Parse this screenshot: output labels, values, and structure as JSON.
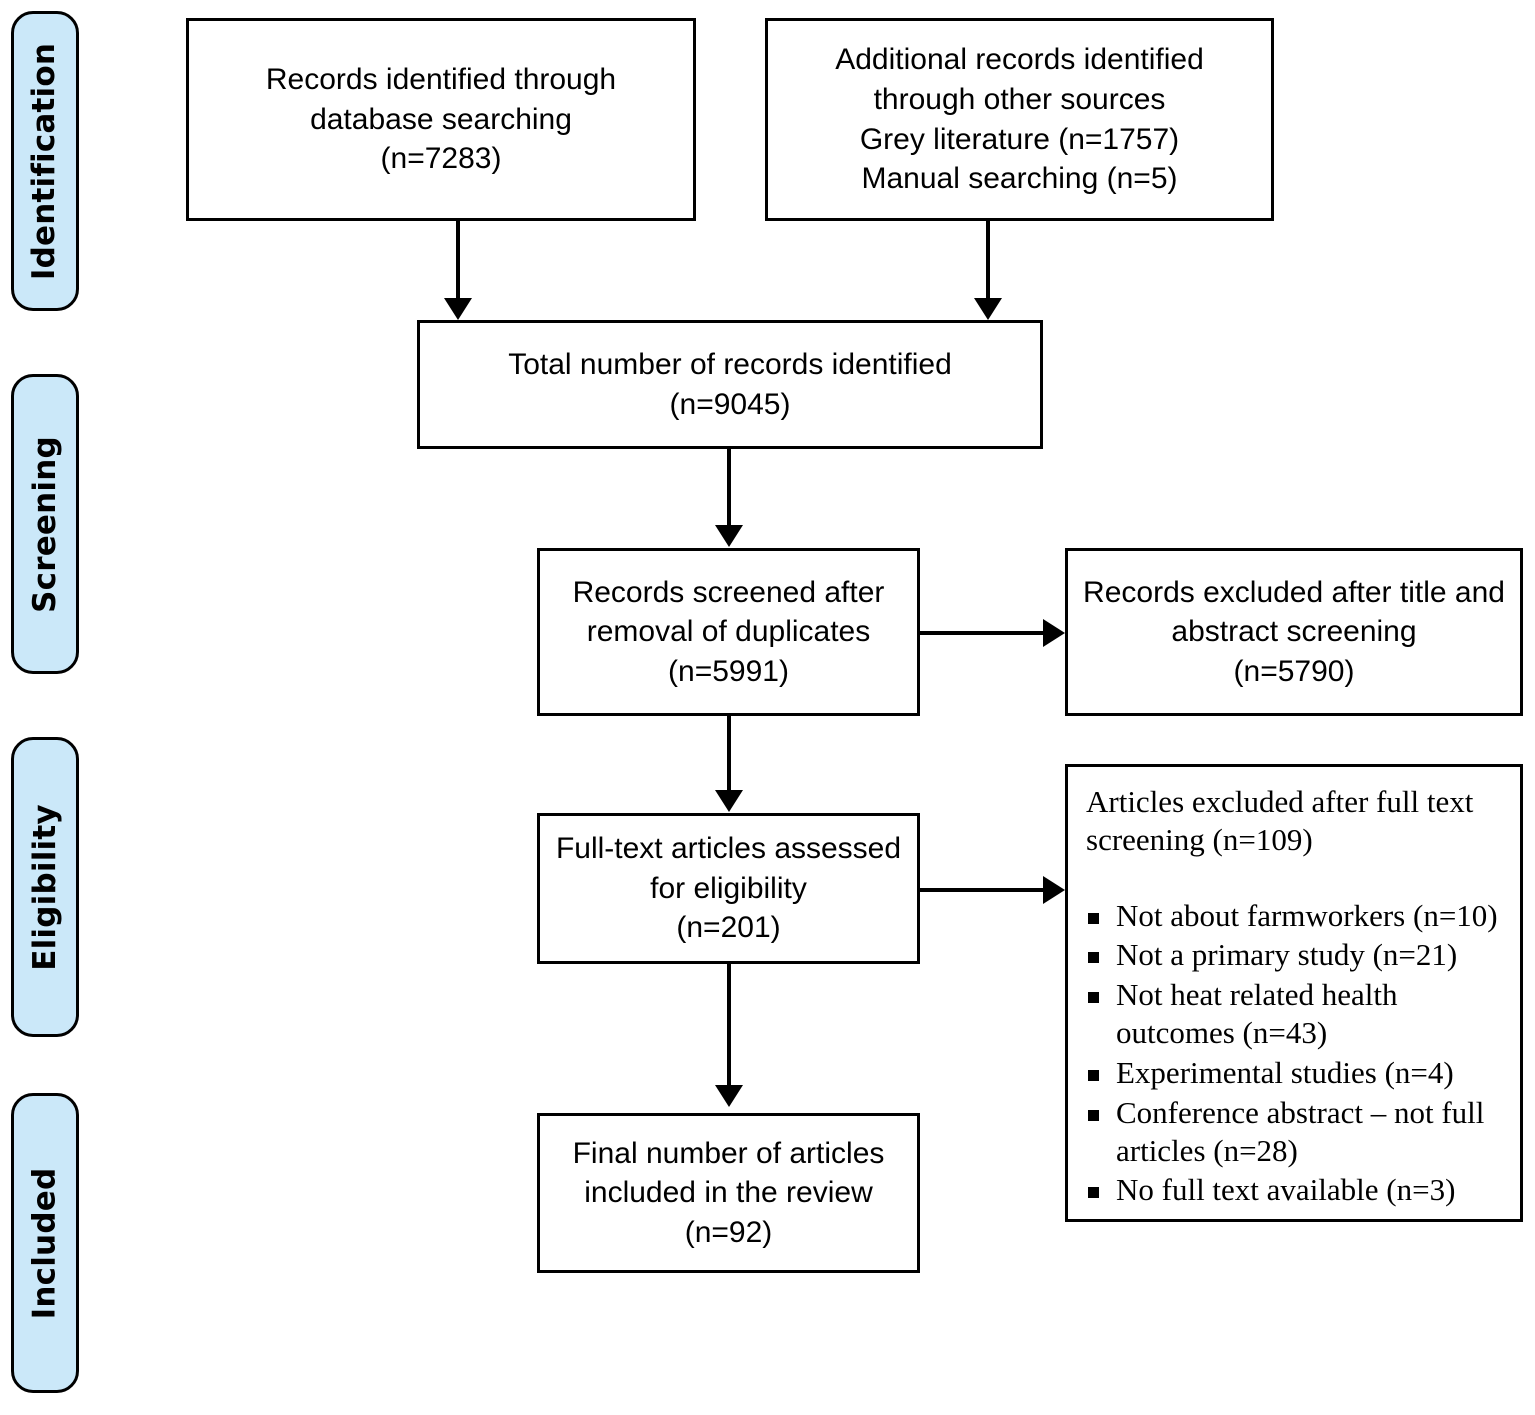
{
  "diagram": {
    "title": "PRISMA study selection flow diagram",
    "accent_color": "#cbe8f9",
    "line_color": "#000000",
    "background_color": "#ffffff"
  },
  "stages": [
    {
      "id": "identification",
      "label": "Identification"
    },
    {
      "id": "screening",
      "label": "Screening"
    },
    {
      "id": "eligibility",
      "label": "Eligibility"
    },
    {
      "id": "included",
      "label": "Included"
    }
  ],
  "boxes": {
    "database_search": {
      "text": "Records identified through\ndatabase searching\n(n=7283)",
      "n": 7283
    },
    "other_sources": {
      "text": "Additional records identified\nthrough other sources\nGrey literature (n=1757)\nManual searching (n=5)",
      "grey_literature_n": 1757,
      "manual_searching_n": 5
    },
    "total_identified": {
      "text": "Total number of records identified\n(n=9045)",
      "n": 9045
    },
    "records_screened": {
      "text": "Records screened after\nremoval of duplicates\n(n=5991)",
      "n": 5991
    },
    "records_excluded": {
      "text": "Records excluded after title and\nabstract screening\n(n=5790)",
      "n": 5790
    },
    "fulltext_assessed": {
      "text": "Full-text articles assessed\nfor eligibility\n(n=201)",
      "n": 201
    },
    "final_included": {
      "text": "Final number of articles\nincluded in the review\n(n=92)",
      "n": 92
    }
  },
  "exclusions": {
    "heading": "Articles excluded after full text\nscreening (n=109)",
    "total_n": 109,
    "reasons": [
      {
        "text": "Not about farmworkers (n=10)",
        "n": 10
      },
      {
        "text": "Not a primary study (n=21)",
        "n": 21
      },
      {
        "text": "Not heat related health outcomes (n=43)",
        "n": 43
      },
      {
        "text": "Experimental studies (n=4)",
        "n": 4
      },
      {
        "text": "Conference abstract – not full articles (n=28)",
        "n": 28
      },
      {
        "text": "No full text available (n=3)",
        "n": 3
      }
    ]
  }
}
